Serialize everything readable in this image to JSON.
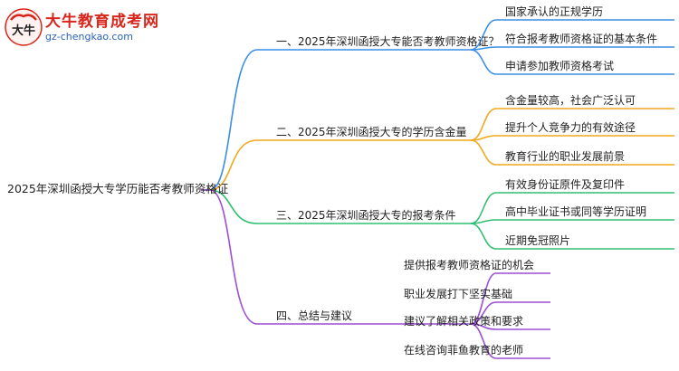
{
  "logo": {
    "title": "大牛教育成考网",
    "url": "gz-chengkao.com",
    "mark_text": "大牛"
  },
  "mindmap": {
    "root": "2025年深圳函授大专学历能否考教师资格证",
    "branches": [
      {
        "label": "一、2025年深圳函授大专能否考教师资格证？",
        "color": "#3a8ee6",
        "children": [
          "国家承认的正规学历",
          "符合报考教师资格证的基本条件",
          "申请参加教师资格考试"
        ]
      },
      {
        "label": "二、2025年深圳函授大专的学历含金量",
        "color": "#f0a81c",
        "children": [
          "含金量较高，社会广泛认可",
          "提升个人竞争力的有效途径",
          "教育行业的职业发展前景"
        ]
      },
      {
        "label": "三、2025年深圳函授大专的报考条件",
        "color": "#2fbf71",
        "children": [
          "有效身份证原件及复印件",
          "高中毕业证书或同等学历证明",
          "近期免冠照片"
        ]
      },
      {
        "label": "四、总结与建议",
        "color": "#9b4fd6",
        "children": [
          "提供报考教师资格证的机会",
          "职业发展打下坚实基础",
          "建议了解相关政策和要求",
          "在线咨询菲鱼教育的老师"
        ]
      }
    ]
  }
}
